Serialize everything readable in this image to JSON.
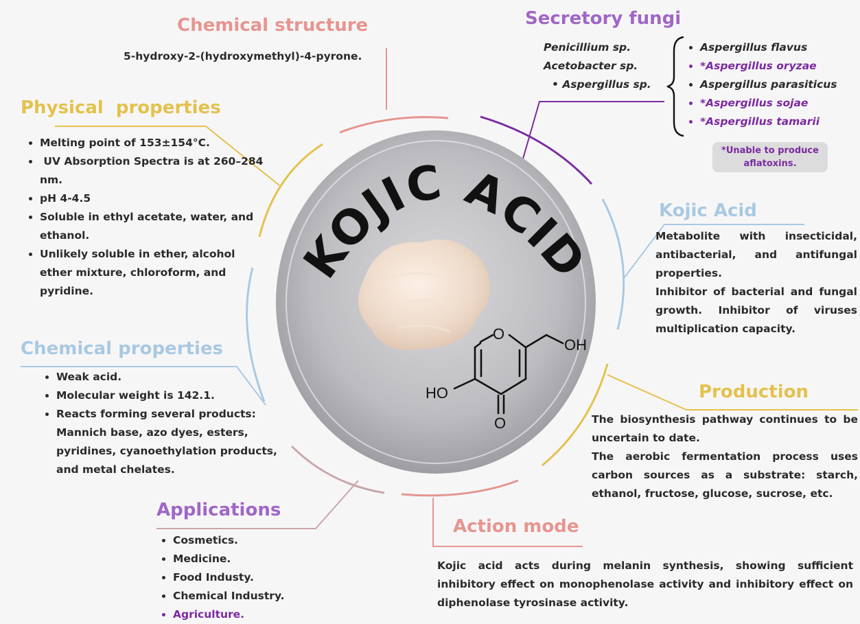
{
  "title": "KOJIC ACID",
  "colors": {
    "salmon": "#e69590",
    "yellow": "#e3c24d",
    "blue": "#a9c9e2",
    "purple": "#7b2aa0",
    "lilac": "#a067c6",
    "mauve": "#c8a6a9"
  },
  "chemical_structure": {
    "heading": "Chemical structure",
    "text": "5-hydroxy-2-(hydroxymethyl)-4-pyrone."
  },
  "secretory_fungi": {
    "heading": "Secretory fungi",
    "left": [
      "Penicillium sp.",
      "Acetobacter sp."
    ],
    "left_bullet": "Aspergillus sp.",
    "species": [
      {
        "name": "Aspergillus flavus",
        "highlight": false
      },
      {
        "name": "*Aspergillus oryzae",
        "highlight": true
      },
      {
        "name": "Aspergillus parasiticus",
        "highlight": false
      },
      {
        "name": "*Aspergillus sojae",
        "highlight": true
      },
      {
        "name": "*Aspergillus tamarii",
        "highlight": true
      }
    ],
    "note_line1": "*Unable to produce",
    "note_line2": "aflatoxins."
  },
  "physical_properties": {
    "heading": "Physical  properties",
    "items": [
      "Melting point of 153±154°C.",
      " UV Absorption Spectra is at 260–284 nm.",
      "pH 4-4.5",
      "Soluble in ethyl acetate, water, and ethanol.",
      "Unlikely soluble in ether, alcohol ether mixture, chloroform, and pyridine."
    ]
  },
  "kojic_acid": {
    "heading": "Kojic Acid",
    "lines": [
      "Metabolite with insecticidal, antibacterial, and antifungal properties.",
      "Inhibitor of bacterial and fungal growth. Inhibitor of viruses multiplication capacity."
    ]
  },
  "chemical_properties": {
    "heading": "Chemical properties",
    "items": [
      "Weak acid.",
      "Molecular weight is 142.1.",
      "Reacts forming several products: Mannich base, azo dyes, esters, pyridines, cyanoethylation products, and metal chelates."
    ]
  },
  "production": {
    "heading": "Production",
    "lines": [
      "The biosynthesis pathway continues to be uncertain to date.",
      "The aerobic fermentation process uses carbon sources as a substrate: starch, ethanol, fructose, glucose, sucrose, etc."
    ]
  },
  "applications": {
    "heading": "Applications",
    "items": [
      {
        "label": "Cosmetics.",
        "highlight": false
      },
      {
        "label": "Medicine.",
        "highlight": false
      },
      {
        "label": "Food Industy.",
        "highlight": false
      },
      {
        "label": "Chemical Industry.",
        "highlight": false
      },
      {
        "label": "Agriculture.",
        "highlight": true
      }
    ]
  },
  "action_mode": {
    "heading": "Action mode",
    "text": "Kojic acid acts during melanin synthesis, showing sufficient inhibitory effect on monophenolase activity and inhibitory effect on diphenolase tyrosinase activity."
  },
  "molecule": {
    "ring_oxygen": "O",
    "hydroxyl_right": "OH",
    "hydroxyl_left": "HO",
    "carbonyl_oxygen": "O"
  }
}
